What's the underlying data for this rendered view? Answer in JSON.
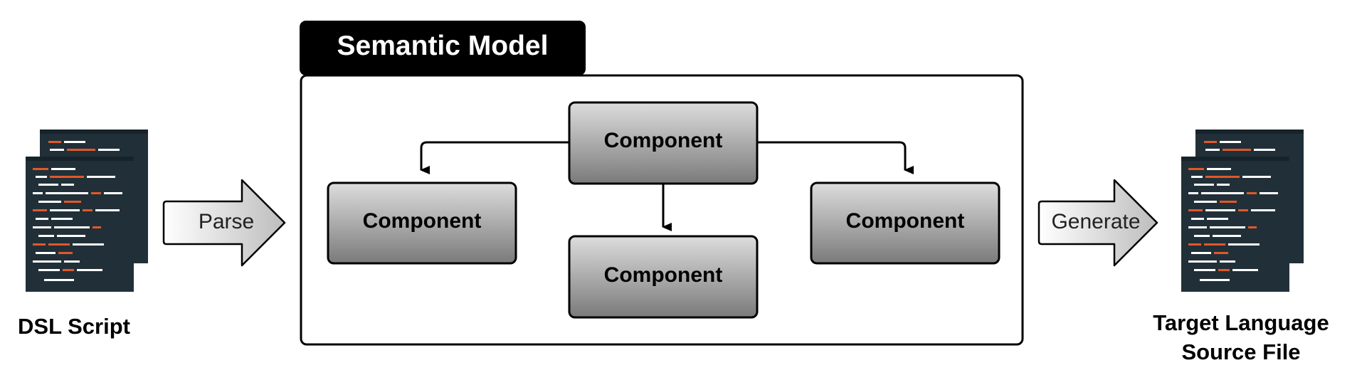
{
  "diagram": {
    "title": "Semantic Model",
    "components": {
      "top": "Component",
      "left": "Component",
      "bottom": "Component",
      "right": "Component"
    },
    "input": {
      "label": "DSL Script",
      "icon": "code-file-icon"
    },
    "parse_arrow": {
      "label": "Parse"
    },
    "generate_arrow": {
      "label": "Generate"
    },
    "output": {
      "label_line1": "Target Language",
      "label_line2": "Source File",
      "icon": "code-file-icon"
    }
  },
  "colors": {
    "code_bg": "#213038",
    "code_text": "#ffffff",
    "code_accent": "#e0582a",
    "component_top": "#dddddd",
    "component_bottom": "#7a7a7a",
    "title_bg": "#000000",
    "title_text": "#ffffff"
  }
}
